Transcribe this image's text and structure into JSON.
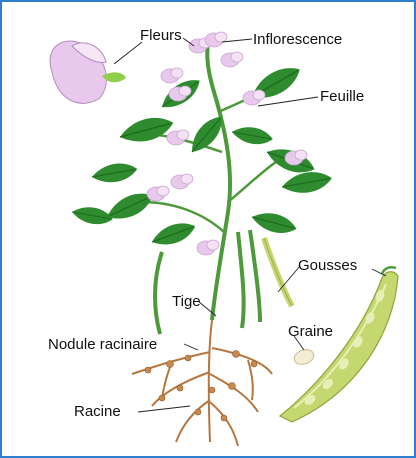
{
  "labels": {
    "fleurs": "Fleurs",
    "inflorescence": "Inflorescence",
    "feuille": "Feuille",
    "gousses": "Gousses",
    "tige": "Tige",
    "graine": "Graine",
    "nodule_racinaire": "Nodule racinaire",
    "racine": "Racine"
  },
  "colors": {
    "border": "#2f7fd1",
    "leaf": "#2e8b2e",
    "leaf_dark": "#1f6b1f",
    "stem": "#4d9a3a",
    "flower": "#e8c8ec",
    "pod": "#c5d870",
    "seed": "#f3ecd6",
    "root": "#b8763f"
  }
}
